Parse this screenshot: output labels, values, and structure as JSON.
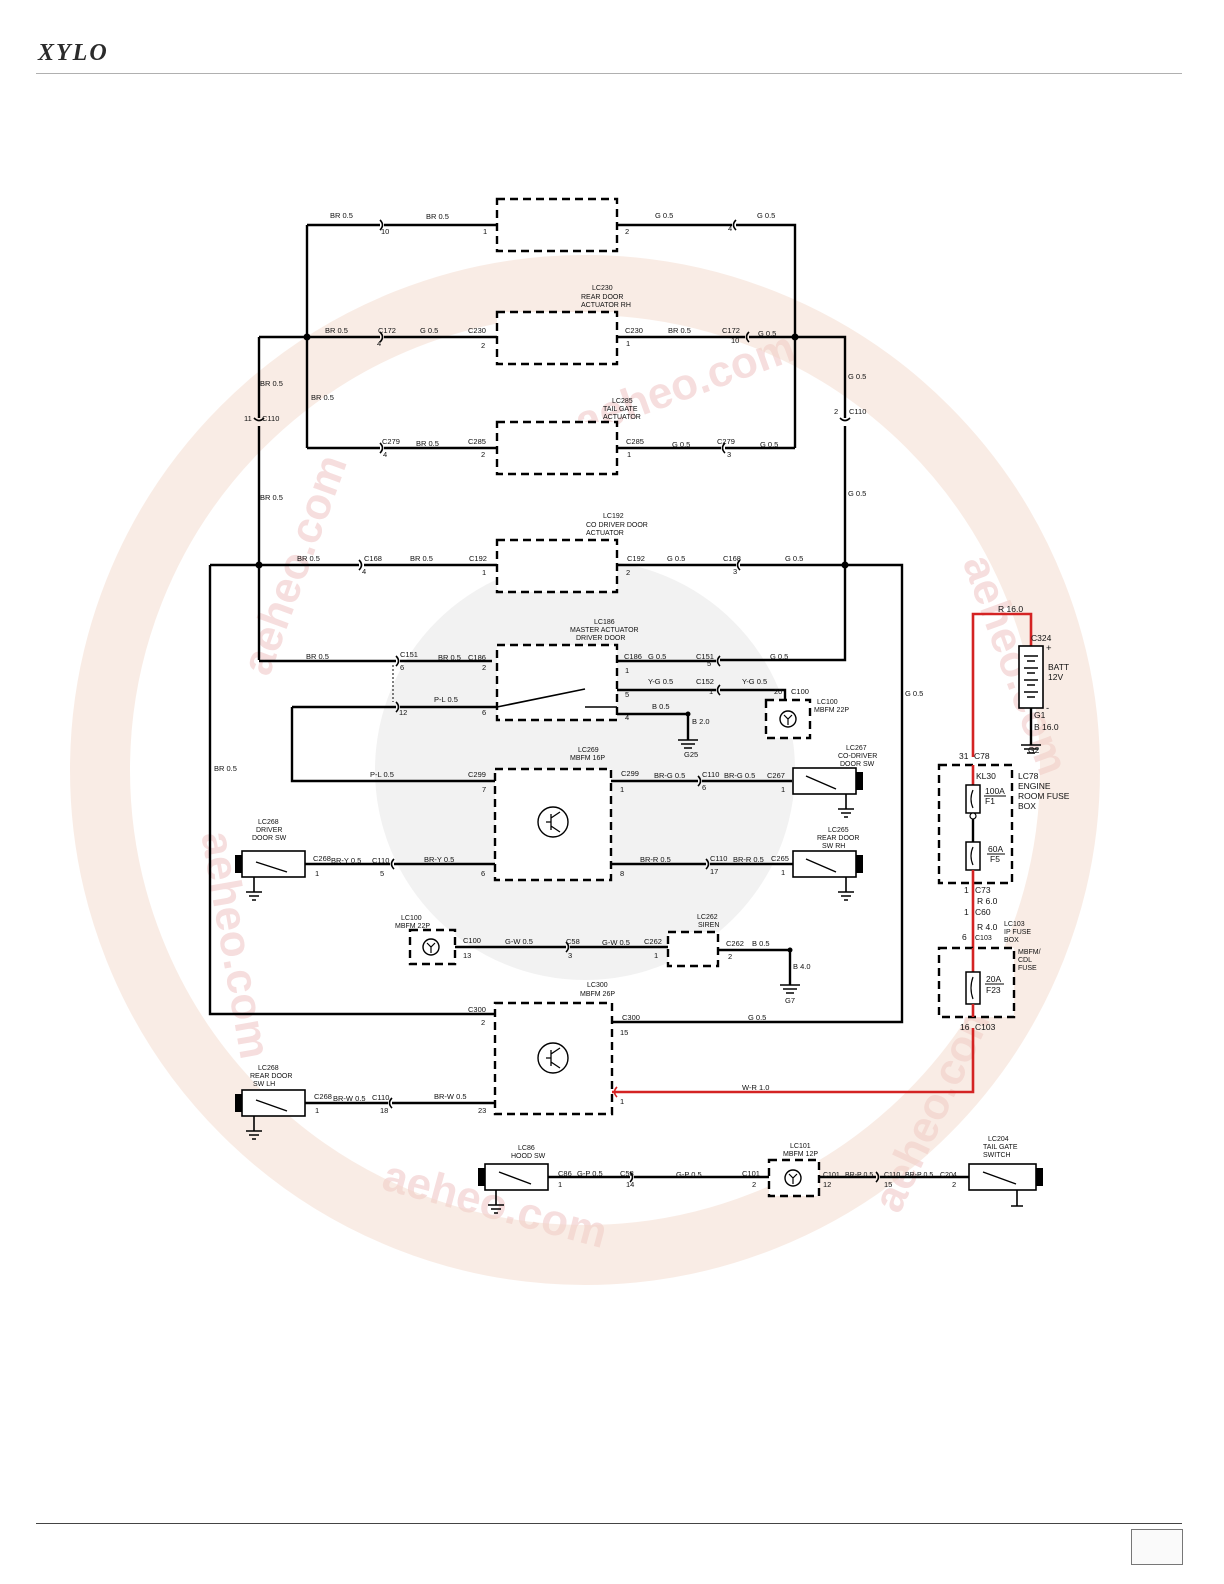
{
  "header": {
    "brand": "XYLO"
  },
  "watermark": "aeheo.com",
  "components": {
    "lc230": {
      "id": "LC230",
      "name": "REAR DOOR",
      "sub": "ACTUATOR RH"
    },
    "lc285": {
      "id": "LC285",
      "name": "TAIL GATE",
      "sub": "ACTUATOR"
    },
    "lc192": {
      "id": "LC192",
      "name": "CO DRIVER DOOR",
      "sub": "ACTUATOR"
    },
    "lc186": {
      "id": "LC186",
      "name": "MASTER ACTUATOR",
      "sub": "DRIVER DOOR"
    },
    "lc100a": {
      "id": "LC100",
      "name": "MBFM 22P"
    },
    "lc267": {
      "id": "LC267",
      "name": "CO-DRIVER",
      "sub": "DOOR SW"
    },
    "lc269": {
      "id": "LC269",
      "name": "MBFM 16P"
    },
    "lc268a": {
      "id": "LC268",
      "name": "DRIVER",
      "sub": "DOOR SW"
    },
    "lc265": {
      "id": "LC265",
      "name": "REAR DOOR",
      "sub": "SW RH"
    },
    "lc100b": {
      "id": "LC100",
      "name": "MBFM 22P"
    },
    "lc262": {
      "id": "LC262",
      "name": "SIREN"
    },
    "lc300": {
      "id": "LC300",
      "name": "MBFM 26P"
    },
    "lc268b": {
      "id": "LC268",
      "name": "REAR DOOR",
      "sub": "SW LH"
    },
    "lc86": {
      "id": "LC86",
      "name": "HOOD SW"
    },
    "lc101": {
      "id": "LC101",
      "name": "MBFM 12P"
    },
    "lc204": {
      "id": "LC204",
      "name": "TAIL GATE",
      "sub": "SWITCH"
    },
    "lc78": {
      "id": "LC78",
      "name": "ENGINE",
      "line2": "ROOM FUSE",
      "line3": "BOX"
    },
    "lc103": {
      "id": "LC103",
      "name": "IP FUSE",
      "sub": "BOX"
    },
    "mbfm_fuse": {
      "line1": "MBFM/",
      "line2": "CDL",
      "line3": "FUSE"
    },
    "batt": {
      "name": "BATT",
      "volt": "12V",
      "conn": "C324"
    }
  },
  "fuses": {
    "kl30": "KL30",
    "f1": {
      "amp": "100A",
      "id": "F1"
    },
    "f5": {
      "amp": "60A",
      "id": "F5"
    },
    "f23": {
      "amp": "20A",
      "id": "F23"
    }
  },
  "grounds": {
    "g25": "G25",
    "g7": "G7",
    "g2": "G2",
    "g1": "G1"
  },
  "wires": {
    "br05": "BR 0.5",
    "g05": "G 0.5",
    "pl05": "P-L 0.5",
    "yg05": "Y-G 0.5",
    "b05": "B 0.5",
    "b20": "B 2.0",
    "brg05": "BR-G 0.5",
    "bry05": "BR-Y 0.5",
    "brr05": "BR-R 0.5",
    "gw05": "G-W 0.5",
    "b40": "B 4.0",
    "wr10": "W-R 1.0",
    "brw05": "BR-W 0.5",
    "gp05": "G-P 0.5",
    "r160": "R 16.0",
    "b160": "B 16.0",
    "r60": "R 6.0",
    "r40": "R 4.0",
    "brp05": "BR-P 0.5"
  },
  "connectors": {
    "c172": "C172",
    "c230": "C230",
    "c279": "C279",
    "c285": "C285",
    "c110": "C110",
    "c168": "C168",
    "c192": "C192",
    "c151": "C151",
    "c186": "C186",
    "c152": "C152",
    "c100": "C100",
    "c299": "C299",
    "c267": "C267",
    "c268": "C268",
    "c265": "C265",
    "c58": "C58",
    "c262": "C262",
    "c300": "C300",
    "c86": "C86",
    "c101": "C101",
    "c204": "C204",
    "c78": "C78",
    "c73": "C73",
    "c60": "C60",
    "c103": "C103"
  },
  "pins": {
    "p1": "1",
    "p2": "2",
    "p3": "3",
    "p4": "4",
    "p5": "5",
    "p6": "6",
    "p7": "7",
    "p8": "8",
    "p10": "10",
    "p11": "11",
    "p12": "12",
    "p13": "13",
    "p14": "14",
    "p15": "15",
    "p16": "16",
    "p17": "17",
    "p18": "18",
    "p20": "20",
    "p23": "23",
    "p31": "31"
  }
}
